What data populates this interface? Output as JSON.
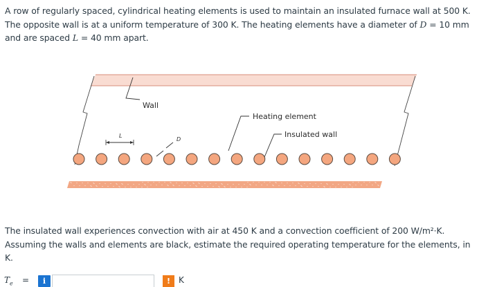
{
  "problem": {
    "p1_a": "A row of regularly spaced, cylindrical heating elements is used to maintain an insulated furnace wall at 500 K. The opposite wall is at a uniform temperature of 300 K. The heating elements have a diameter of ",
    "p1_sym_D": "D",
    "p1_eq1": " = ",
    "p1_val1": "10 mm",
    "p1_b": " and are spaced ",
    "p1_sym_L": "L",
    "p1_eq2": " = ",
    "p1_val2": "40 mm",
    "p1_c": " apart.",
    "p2": "The insulated wall experiences convection with air at 450 K and a convection coefficient of 200 W/m²·K. Assuming the walls and elements are black, estimate the required operating temperature for the elements, in K."
  },
  "figure": {
    "label_wall": "Wall",
    "label_heating": "Heating element",
    "label_insulated": "Insulated wall",
    "label_L": "L",
    "label_D": "D",
    "colors": {
      "wall_fill": "#f9dcd2",
      "wall_line": "#d88d7a",
      "element_fill": "#f4a67f",
      "element_stroke": "#5a4a40",
      "insulation_fill": "#f2a784"
    }
  },
  "answer": {
    "symbol": "T",
    "subscript": "e",
    "equals": "=",
    "info_icon": "i",
    "input_value": "",
    "warn_icon": "!",
    "unit": "K"
  }
}
